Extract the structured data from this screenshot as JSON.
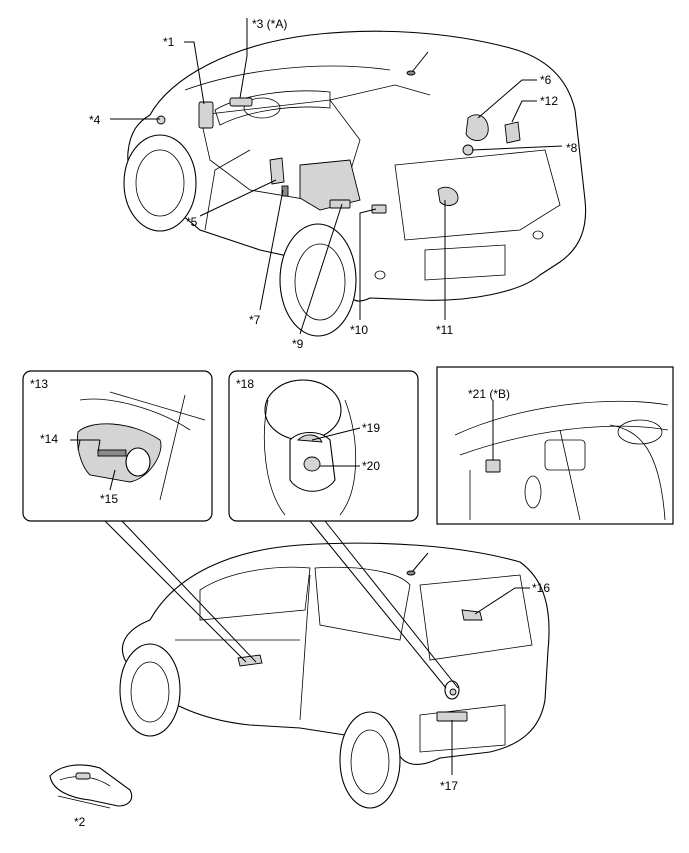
{
  "labels": {
    "c1": "*1",
    "c2": "*2",
    "c3": "*3 (*A)",
    "c4": "*4",
    "c5": "*5",
    "c6": "*6",
    "c7": "*7",
    "c8": "*8",
    "c9": "*9",
    "c10": "*10",
    "c11": "*11",
    "c12": "*12",
    "c13": "*13",
    "c14": "*14",
    "c15": "*15",
    "c16": "*16",
    "c17": "*17",
    "c18": "*18",
    "c19": "*19",
    "c20": "*20",
    "c21": "*21 (*B)"
  }
}
